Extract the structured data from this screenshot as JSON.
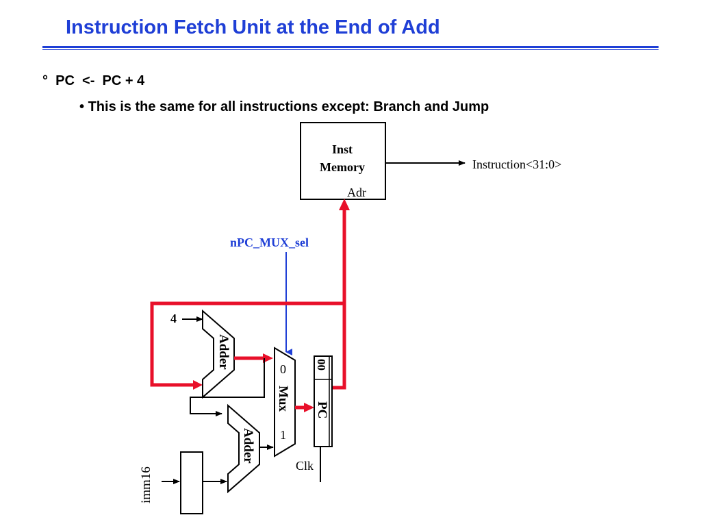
{
  "slide": {
    "title": "Instruction Fetch Unit at the End of Add",
    "bullet_marker": "°",
    "bullet1": "PC  <-  PC + 4",
    "sub_bullet_marker": "•",
    "bullet2": "This is the same for all instructions except: Branch and Jump"
  },
  "diagram": {
    "inst_memory_line1": "Inst",
    "inst_memory_line2": "Memory",
    "adr_label": "Adr",
    "instruction_label": "Instruction<31:0>",
    "npc_mux_sel": "nPC_MUX_sel",
    "const_four": "4",
    "adder_top_label": "Adder",
    "adder_bottom_label": "Adder",
    "mux_label": "Mux",
    "mux_in0": "0",
    "mux_in1": "1",
    "pc_label": "PC",
    "pc_low_bits": "00",
    "clk_label": "Clk",
    "imm16_label": "imm16",
    "colors": {
      "title": "#1f3fd6",
      "active_path": "#e8102a",
      "control": "#1f3fd6",
      "wire": "#000000"
    }
  }
}
